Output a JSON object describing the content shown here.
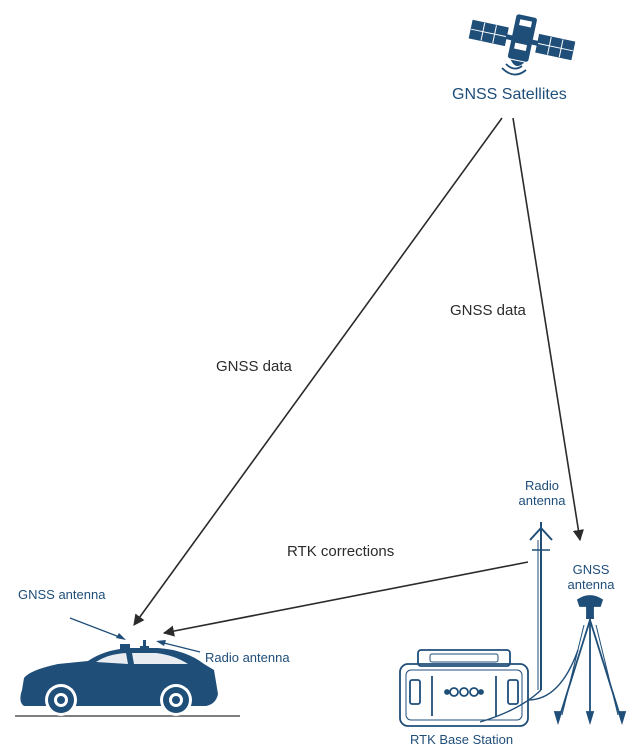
{
  "colors": {
    "primary": "#1f4e79",
    "arrow": "#2b2b2b",
    "ground": "#333333"
  },
  "labels": {
    "satellites": "GNSS Satellites",
    "gnss_data_left": "GNSS data",
    "gnss_data_right": "GNSS data",
    "rtk_corrections": "RTK corrections",
    "car_gnss_antenna": "GNSS antenna",
    "car_radio_antenna": "Radio antenna",
    "base_radio_antenna_line1": "Radio",
    "base_radio_antenna_line2": "antenna",
    "base_gnss_antenna_line1": "GNSS",
    "base_gnss_antenna_line2": "antenna",
    "base_station": "RTK Base Station"
  },
  "icons": [
    "satellite-icon",
    "car-icon",
    "radio-mast-icon",
    "base-station-case-icon",
    "tripod-antenna-icon"
  ]
}
